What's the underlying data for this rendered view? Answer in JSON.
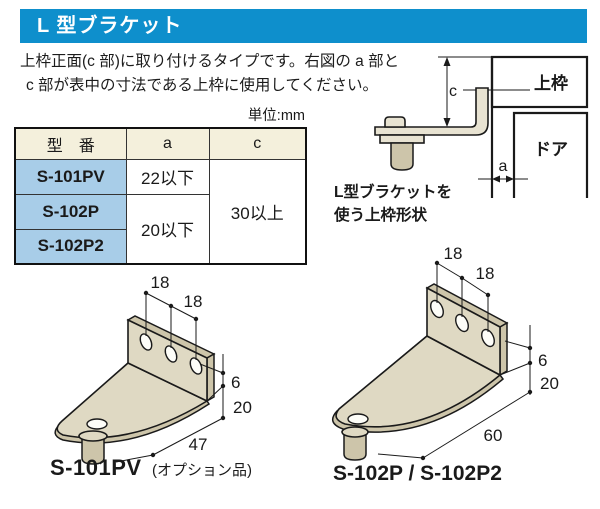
{
  "title_bar": {
    "label": "L 型ブラケット"
  },
  "intro": {
    "line1": "上枠正面(c 部)に取り付けるタイプです。右図の a 部と",
    "line2": "c 部が表中の寸法である上枠に使用してください。"
  },
  "spec_table": {
    "unit_note": "単位:mm",
    "col_model": "型　番",
    "col_a": "a",
    "col_c": "c",
    "row1_model": "S-101PV",
    "row1_a": "22以下",
    "row2_model": "S-102P",
    "row3_model": "S-102P2",
    "a_shared": "20以下",
    "c_shared": "30以上"
  },
  "frame_diagram": {
    "upper_frame_label": "上枠",
    "door_label": "ドア",
    "dim_c_label": "c",
    "dim_a_label": "a",
    "caption_line1": "L型ブラケットを",
    "caption_line2": "使う上枠形状"
  },
  "figure_left": {
    "dim_18_first": "18",
    "dim_18_second": "18",
    "dim_6": "6",
    "dim_20": "20",
    "dim_width": "47",
    "model_label": "S-101PV",
    "model_note": "(オプション品)"
  },
  "figure_right": {
    "dim_18_first": "18",
    "dim_18_second": "18",
    "dim_6": "6",
    "dim_20": "20",
    "dim_width": "60",
    "model_label": "S-102P / S-102P2"
  },
  "colors": {
    "accent_blue": "#0E8FCC",
    "table_model_blue": "#A8CDE8",
    "table_header_cream": "#F4F0DC",
    "bracket_beige": "#DFD9C3",
    "bracket_shade": "#CDC5AA",
    "ink": "#1a1a1a"
  }
}
